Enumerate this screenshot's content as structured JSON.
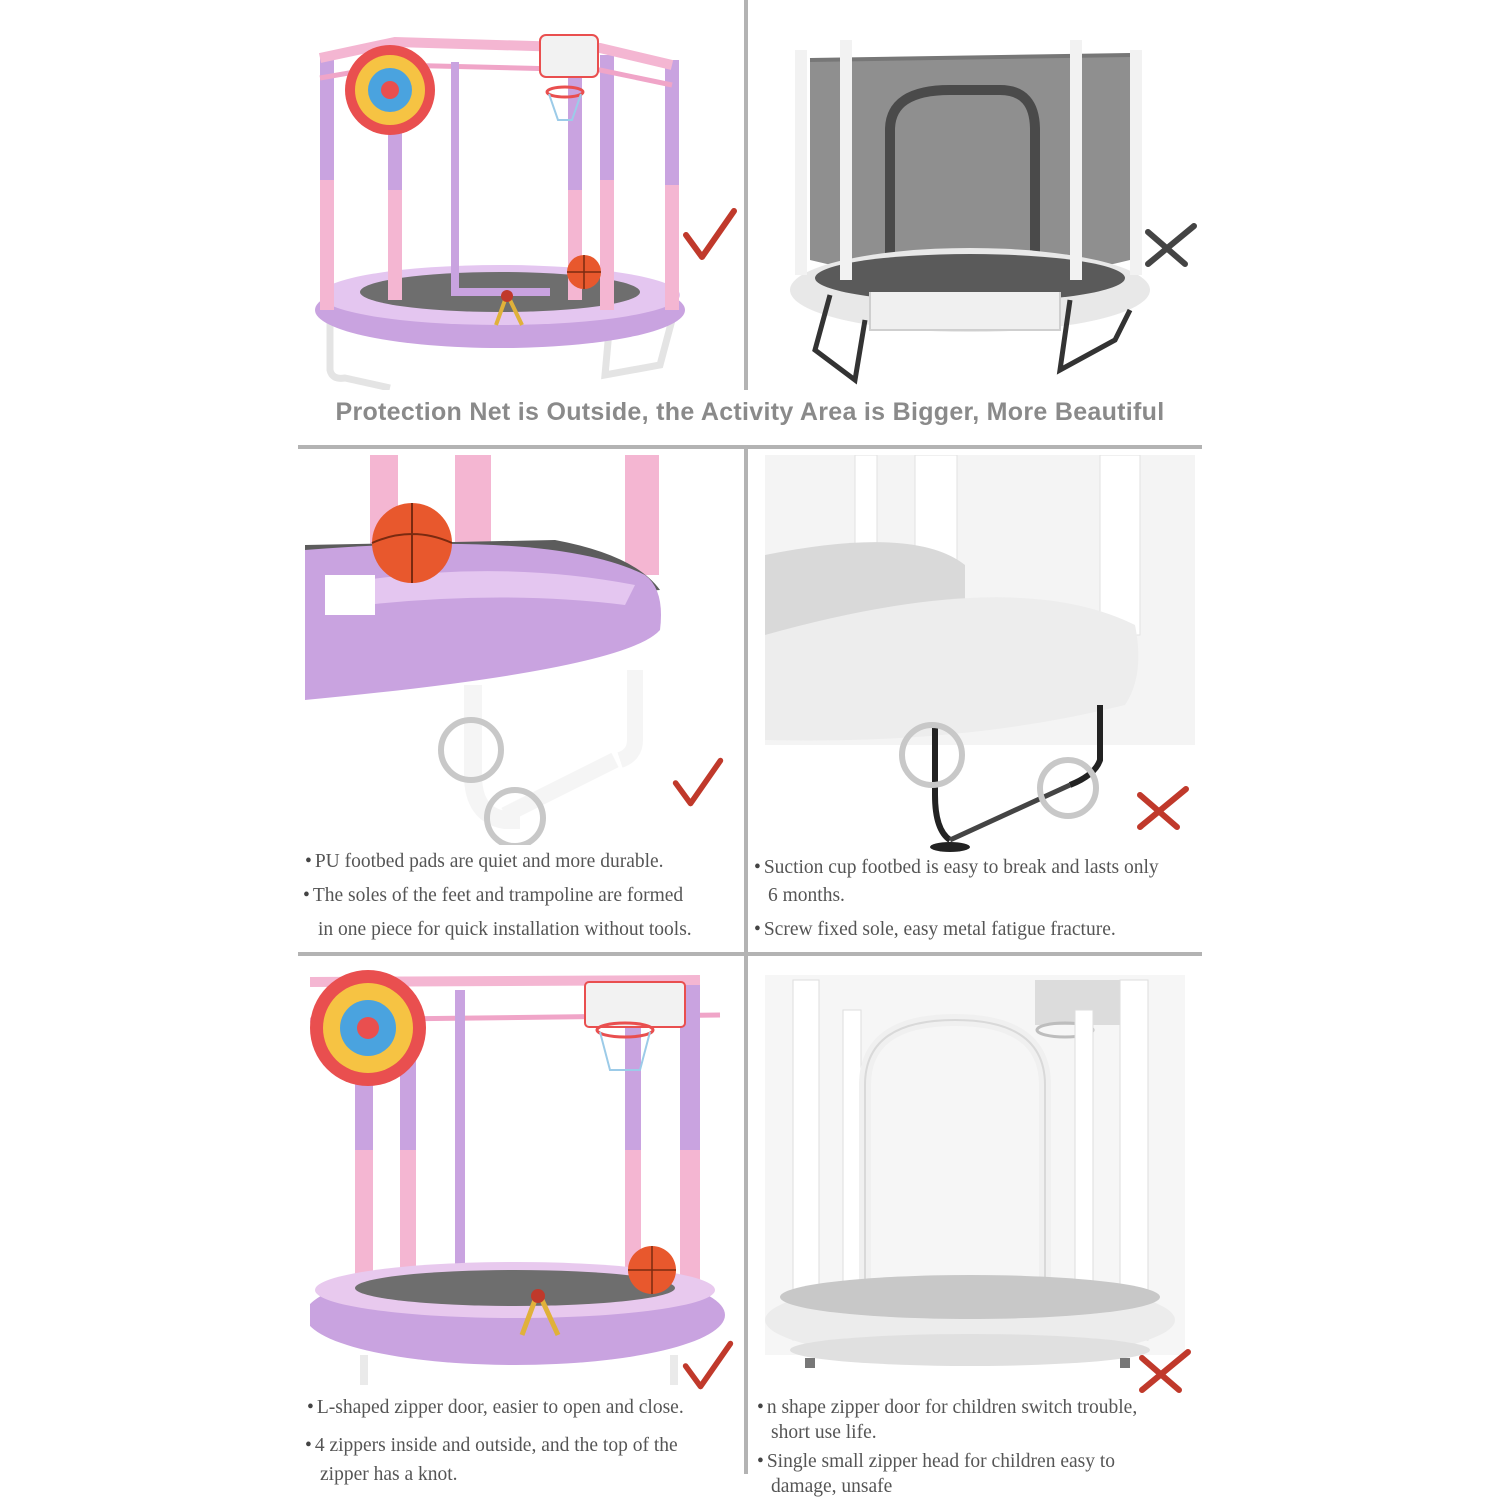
{
  "headline": "Protection Net is Outside, the Activity Area is Bigger, More Beautiful",
  "colors": {
    "pink": "#f4b6d2",
    "lavender": "#c9a3e0",
    "gray_net": "#8f8f8f",
    "divider": "#b3b3b3",
    "check_red": "#c0392b"
  },
  "rows": [
    {
      "good": {
        "image": "pink-purple trampoline with dartboard and basketball hoop",
        "mark": "check",
        "bullets": []
      },
      "bad": {
        "image": "gray trampoline with inner net",
        "mark": "cross",
        "bullets": []
      }
    },
    {
      "good": {
        "image": "pink base with PU footbed pads",
        "mark": "check",
        "bullets": [
          "PU footbed pads are quiet and more durable.",
          "The soles of the feet and trampoline are formed",
          "in one piece for quick installation without tools."
        ]
      },
      "bad": {
        "image": "white base with suction cup feet",
        "mark": "cross",
        "bullets": [
          "Suction cup footbed is easy to break and lasts only",
          "6 months.",
          "Screw fixed sole, easy metal fatigue fracture."
        ]
      }
    },
    {
      "good": {
        "image": "pink trampoline with L-shaped zipper door",
        "mark": "check",
        "bullets": [
          "L-shaped zipper door, easier to open and close.",
          "4 zippers inside and outside, and the top of the",
          "zipper has a knot."
        ]
      },
      "bad": {
        "image": "white trampoline with n-shaped zipper door",
        "mark": "cross",
        "bullets": [
          "n shape zipper door for children switch trouble,",
          "short use life.",
          "Single small zipper head for children easy to",
          "damage, unsafe"
        ]
      }
    }
  ]
}
